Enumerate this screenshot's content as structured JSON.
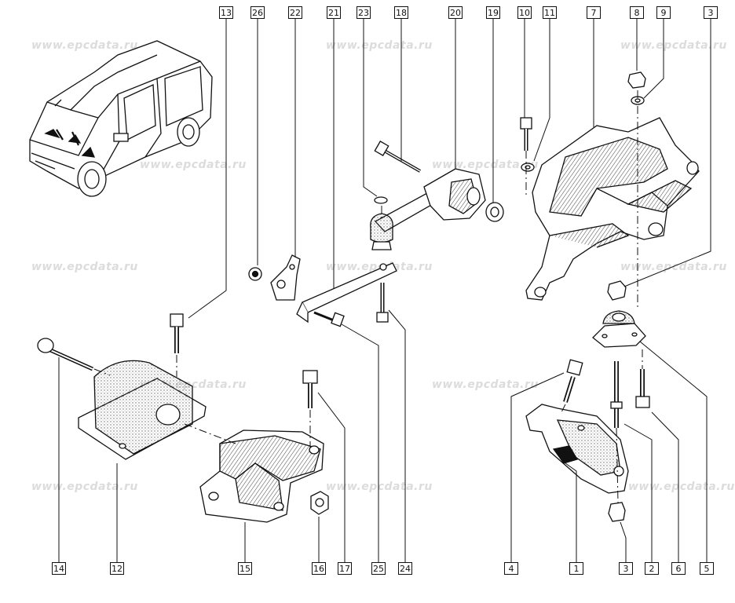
{
  "watermark": "www.epcdata.ru",
  "callouts": {
    "top": [
      "13",
      "26",
      "22",
      "21",
      "23",
      "18",
      "20",
      "19",
      "10",
      "11",
      "7",
      "8",
      "9",
      "3"
    ],
    "bottom": [
      "14",
      "12",
      "15",
      "16",
      "17",
      "25",
      "24",
      "4",
      "1",
      "3",
      "2",
      "6",
      "5"
    ]
  },
  "colors": {
    "line": "#111111",
    "stipple": "#777777",
    "watermark": "#dcdcdc"
  }
}
